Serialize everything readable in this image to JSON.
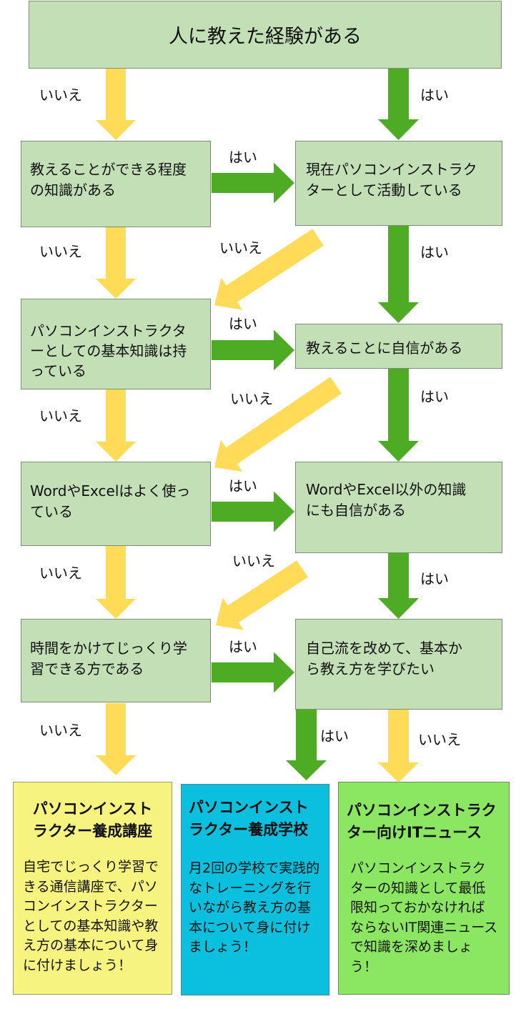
{
  "start": {
    "text": "人に教えた経験がある"
  },
  "questions": {
    "L1": {
      "lines": [
        "教えることができる程度",
        "の知識がある"
      ]
    },
    "R1": {
      "lines": [
        "現在パソコンインストラク",
        "ターとして活動している"
      ]
    },
    "L2": {
      "lines": [
        "パソコンインストラクタ",
        "ーとしての基本知識は持",
        "っている"
      ]
    },
    "R2": {
      "lines": [
        "教えることに自信がある"
      ]
    },
    "L3": {
      "lines": [
        "WordやExcelはよく使っ",
        "ている"
      ]
    },
    "R3": {
      "lines": [
        "WordやExcel以外の知識",
        "にも自信がある"
      ]
    },
    "L4": {
      "lines": [
        "時間をかけてじっくり学",
        "習できる方である"
      ]
    },
    "R4": {
      "lines": [
        "自己流を改めて、基本か",
        "ら教え方を学びたい"
      ]
    }
  },
  "results": {
    "course": {
      "title_lines": [
        "パソコンインスト",
        "ラクター養成講座"
      ],
      "body_lines": [
        "自宅でじっくり学習で",
        "きる通信講座で、パソ",
        "コンインストラクター",
        "としての基本知識や教",
        "え方の基本について身",
        "に付けましょう！"
      ]
    },
    "school": {
      "title_lines": [
        "パソコンインスト",
        "ラクター養成学校"
      ],
      "body_lines": [
        "月2回の学校で実践的",
        "なトレーニングを行",
        "いながら教え方の基",
        "本について身に付け",
        "ましょう！"
      ]
    },
    "news": {
      "title_lines": [
        "パソコンインストラク",
        "ター向けITニュース"
      ],
      "body_lines": [
        "パソコンインストラク",
        "ターの知識として最低",
        "限知っておかなければ",
        "ならないIT関連ニュース",
        "で知識を深めましょ",
        "う！"
      ]
    }
  },
  "edges": [
    {
      "from": "start",
      "to": "L1",
      "answer": "no",
      "label": "いいえ"
    },
    {
      "from": "start",
      "to": "R1",
      "answer": "yes",
      "label": "はい"
    },
    {
      "from": "L1",
      "to": "R1",
      "answer": "yes",
      "label": "はい"
    },
    {
      "from": "L1",
      "to": "L2",
      "answer": "no",
      "label": "いいえ"
    },
    {
      "from": "R1",
      "to": "L2",
      "answer": "no",
      "label": "いいえ"
    },
    {
      "from": "R1",
      "to": "R2",
      "answer": "yes",
      "label": "はい"
    },
    {
      "from": "L2",
      "to": "R2",
      "answer": "yes",
      "label": "はい"
    },
    {
      "from": "L2",
      "to": "L3",
      "answer": "no",
      "label": "いいえ"
    },
    {
      "from": "R2",
      "to": "L3",
      "answer": "no",
      "label": "いいえ"
    },
    {
      "from": "R2",
      "to": "R3",
      "answer": "yes",
      "label": "はい"
    },
    {
      "from": "L3",
      "to": "R3",
      "answer": "yes",
      "label": "はい"
    },
    {
      "from": "L3",
      "to": "L4",
      "answer": "no",
      "label": "いいえ"
    },
    {
      "from": "R3",
      "to": "L4",
      "answer": "no",
      "label": "いいえ"
    },
    {
      "from": "R3",
      "to": "R4",
      "answer": "yes",
      "label": "はい"
    },
    {
      "from": "L4",
      "to": "R4",
      "answer": "yes",
      "label": "はい"
    },
    {
      "from": "L4",
      "to": "course",
      "answer": "no",
      "label": "いいえ"
    },
    {
      "from": "R4",
      "to": "school",
      "answer": "yes",
      "label": "はい"
    },
    {
      "from": "R4",
      "to": "news",
      "answer": "no",
      "label": "いいえ"
    }
  ],
  "colors": {
    "question_box": "#c2dfb6",
    "yes_arrow": "#4dab24",
    "no_arrow": "#ffdb58",
    "result_course": "#f6f47e",
    "result_school": "#0bbfdf",
    "result_news": "#8be662"
  }
}
